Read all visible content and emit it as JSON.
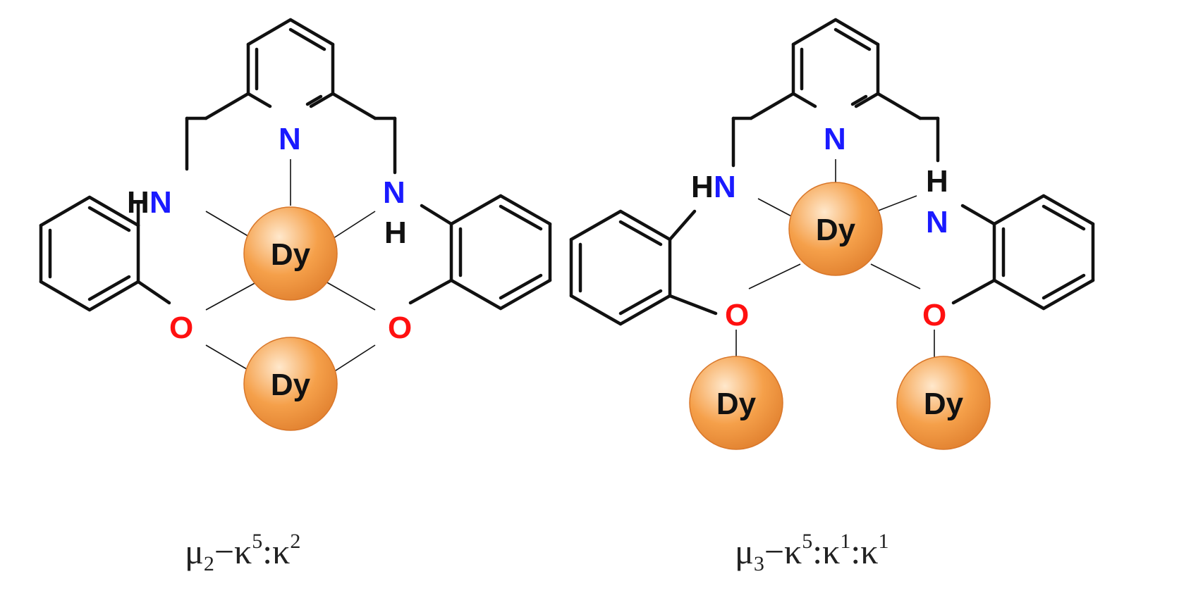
{
  "colors": {
    "nitrogen": "#1a1aff",
    "oxygen": "#ff1010",
    "hydrogen": "#111111",
    "bond": "#111111",
    "metal_fill": "#f5a04a",
    "metal_highlight": "#ffe8cc",
    "metal_edge": "#d9772a"
  },
  "labels": {
    "metal": "Dy",
    "nitrogen": "N",
    "oxygen": "O",
    "hydrogen": "H"
  },
  "structures": [
    {
      "caption": {
        "mu": "μ",
        "mu_sub": "2",
        "dash": "−",
        "kappa1": "κ",
        "kappa1_sup": "5",
        "colon1": ":",
        "kappa2": "κ",
        "kappa2_sup": "2"
      }
    },
    {
      "caption": {
        "mu": "μ",
        "mu_sub": "3",
        "dash": "−",
        "kappa1": "κ",
        "kappa1_sup": "5",
        "colon1": ":",
        "kappa2": "κ",
        "kappa2_sup": "1",
        "colon2": ":",
        "kappa3": "κ",
        "kappa3_sup": "1"
      }
    }
  ]
}
